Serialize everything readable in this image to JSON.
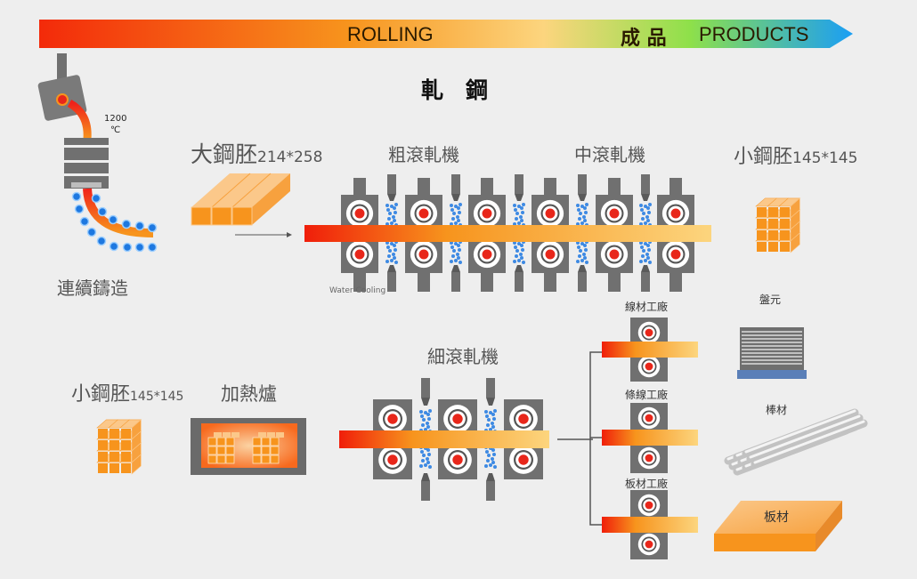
{
  "banner": {
    "rolling_label": "ROLLING",
    "products_cn": "成 品",
    "products_en": "PRODUCTS",
    "gradient": [
      "#f32a0a",
      "#f7941d",
      "#fcd57e",
      "#6ddc43",
      "#1a9ef5"
    ]
  },
  "title": "軋　鋼",
  "casting": {
    "temp_value": "1200",
    "temp_unit": "℃",
    "label": "連續鑄造"
  },
  "large_billet": {
    "name": "大鋼胚",
    "size": "214*258"
  },
  "roughing_mill": {
    "label": "粗滾軋機"
  },
  "intermediate_mill": {
    "label": "中滾軋機"
  },
  "small_billet_top": {
    "name": "小鋼胚",
    "size": "145*145"
  },
  "water_cooling": "Water Cooling",
  "small_billet_bottom": {
    "name": "小鋼胚",
    "size": "145*145"
  },
  "furnace": {
    "label": "加熱爐"
  },
  "finishing_mill": {
    "label": "細滾軋機"
  },
  "plants": [
    {
      "label": "線材工廠"
    },
    {
      "label": "條線工廠"
    },
    {
      "label": "板材工廠"
    }
  ],
  "products": {
    "coil": "盤元",
    "bar": "棒材",
    "plate": "板材"
  },
  "colors": {
    "machine_gray": "#707070",
    "roll_red": "#e8261a",
    "billet_orange": "#f7941d",
    "water_blue": "#1e78e0"
  }
}
